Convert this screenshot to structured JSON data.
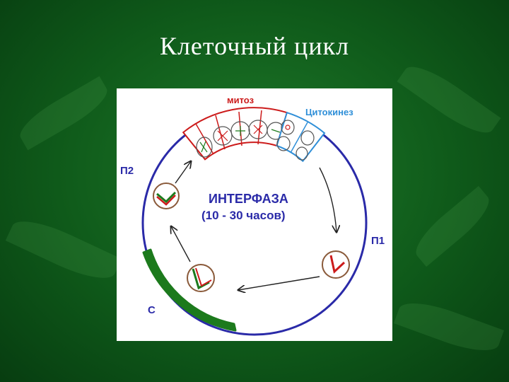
{
  "slide": {
    "title": "Клеточный цикл"
  },
  "diagram": {
    "labels": {
      "mitosis": "митоз",
      "cytokinesis": "Цитокинез",
      "interphase": "ИНТЕРФАЗА",
      "duration": "(10 - 30 часов)",
      "g1": "П1",
      "g2": "П2",
      "s": "С"
    },
    "colors": {
      "background": "#0f5a1a",
      "ring": "#2a2aa8",
      "mitosis": "#cc1b1b",
      "cytokinesis": "#2f8fd8",
      "s_phase": "#1c7a1c",
      "label_blue": "#2a2aa8"
    }
  }
}
